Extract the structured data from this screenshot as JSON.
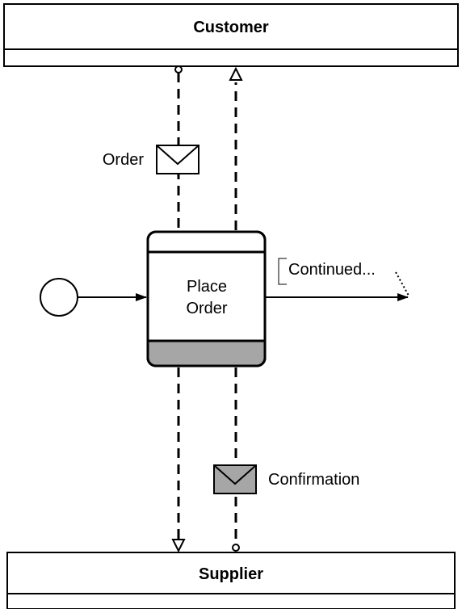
{
  "pools": {
    "top": {
      "name": "Customer"
    },
    "bottom": {
      "name": "Supplier"
    }
  },
  "task": {
    "label_line1": "Place",
    "label_line2": "Order"
  },
  "messages": {
    "order": {
      "label": "Order"
    },
    "confirmation": {
      "label": "Confirmation"
    }
  },
  "annotation": {
    "text": "Continued..."
  },
  "colors": {
    "stroke": "#000000",
    "task_bottom_band": "#a6a6a6",
    "confirmation_envelope": "#a6a6a6",
    "background": "#ffffff"
  }
}
